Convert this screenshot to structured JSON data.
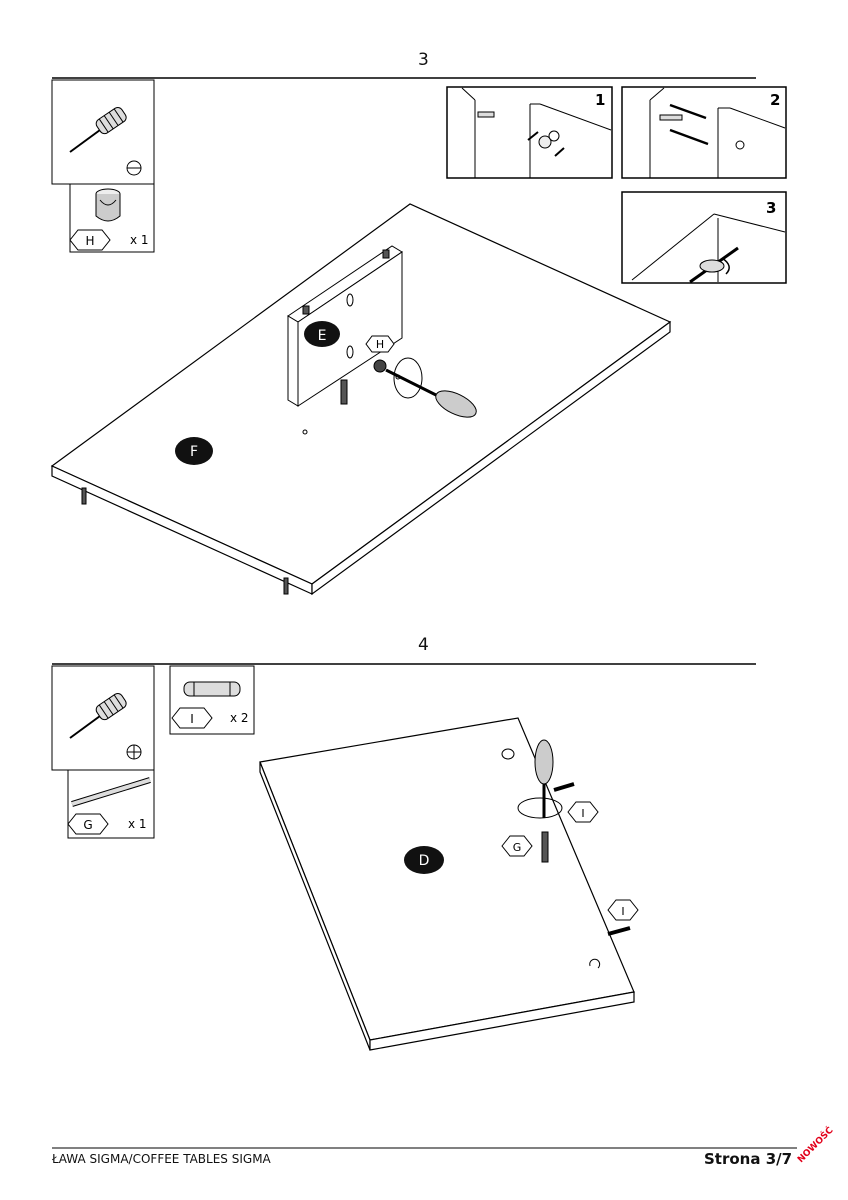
{
  "steps": [
    {
      "number": "3",
      "tool_icon": "screwdriver-flat-icon",
      "part": {
        "letter": "H",
        "qty": "x 1",
        "icon": "cam-lock-icon"
      },
      "detail_panels": [
        "1",
        "2",
        "3"
      ],
      "panel_labels": [
        "E",
        "F",
        "H"
      ]
    },
    {
      "number": "4",
      "tool_icon": "screwdriver-phillips-icon",
      "parts": [
        {
          "letter": "I",
          "qty": "x 2",
          "icon": "dowel-icon"
        },
        {
          "letter": "G",
          "qty": "x 1",
          "icon": "cam-bolt-icon"
        }
      ],
      "panel_labels": [
        "D",
        "I",
        "G",
        "I"
      ]
    }
  ],
  "footer": {
    "title": "ŁAWA SIGMA/COFFEE TABLES SIGMA",
    "page": "Strona 3/7",
    "badge": "NOWOŚĆ",
    "badge_color": "#e2001a"
  }
}
